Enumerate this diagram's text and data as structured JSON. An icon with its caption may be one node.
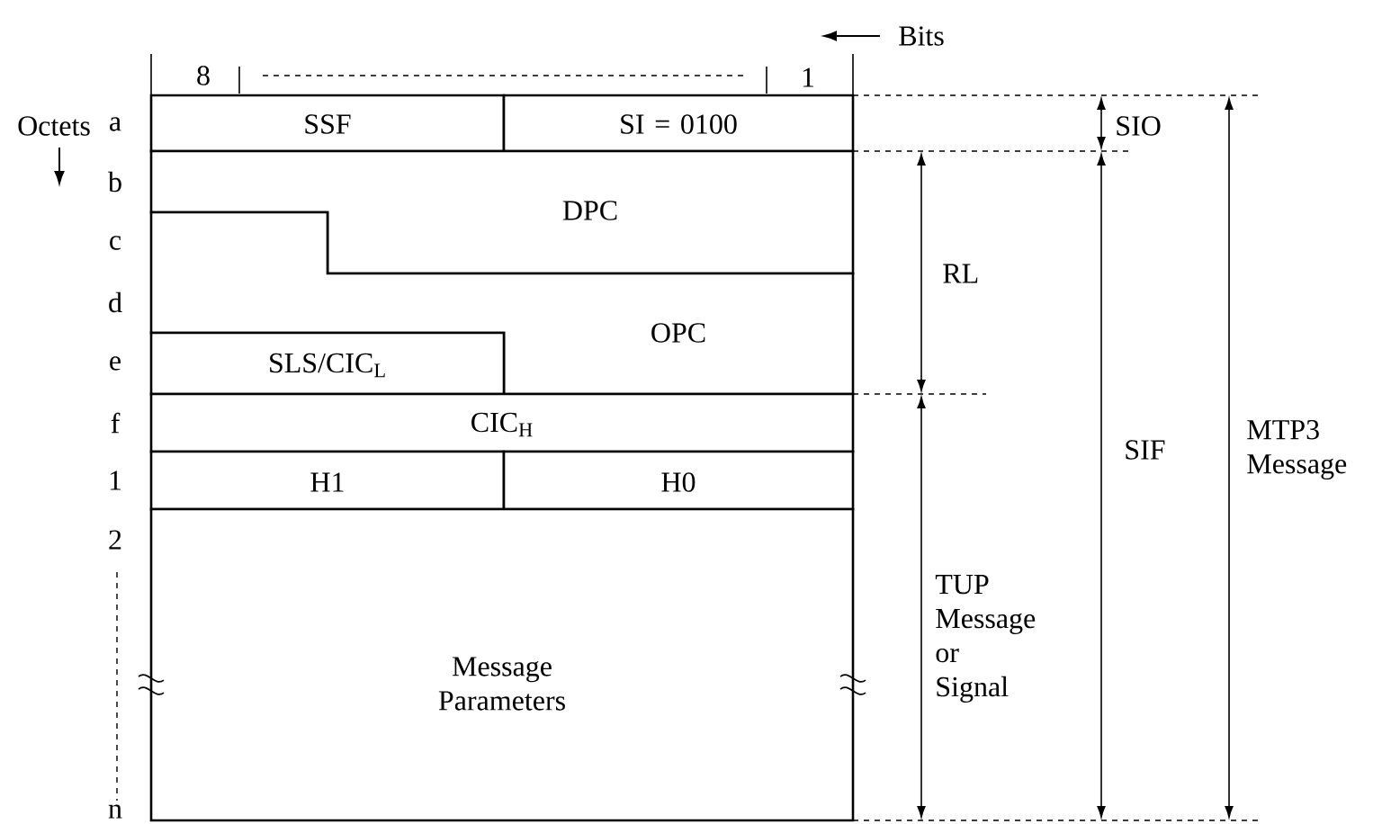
{
  "diagram": {
    "nodes": [
      {
        "text": [
          "SSF"
        ]
      },
      {
        "text": [
          "SI = 0100"
        ]
      },
      {
        "text": [
          "DPC"
        ]
      },
      {
        "text": [
          "OPC"
        ]
      },
      {
        "text": [
          "SLS/CIC$_{L}$"
        ]
      },
      {
        "text": [
          "CIC$_{H}$"
        ]
      },
      {
        "text": [
          "H1"
        ]
      },
      {
        "text": [
          "H0"
        ]
      },
      {
        "text": [
          "Message Parameters"
        ]
      }
    ],
    "labels": [
      "Bits",
      "Octets",
      "8",
      "1",
      "a",
      "b",
      "c",
      "d",
      "e",
      "f",
      "1",
      "2",
      "n",
      "SIO",
      "RL",
      "SIF",
      "MTP3 Message",
      "TUP Message or Signal"
    ]
  }
}
